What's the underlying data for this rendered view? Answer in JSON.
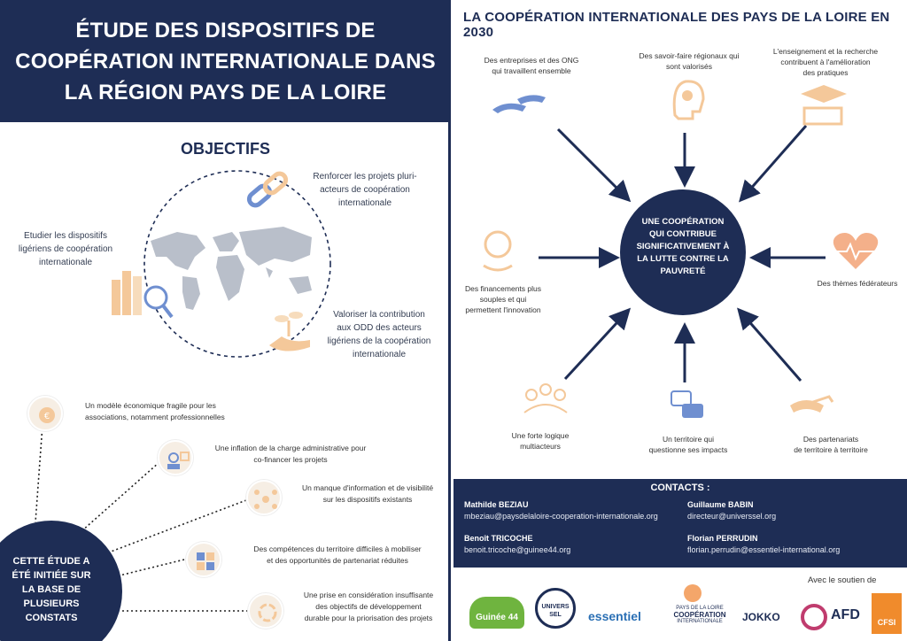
{
  "left": {
    "title_lines": [
      "ÉTUDE DES DISPOSITIFS DE",
      "COOPÉRATION INTERNATIONALE DANS",
      "LA RÉGION PAYS DE LA LOIRE"
    ],
    "objectifs_title": "OBJECTIFS",
    "objectifs": {
      "renforcer": [
        "Renforcer les projets pluri-",
        "acteurs de coopération",
        "internationale"
      ],
      "etudier": [
        "Etudier les dispositifs",
        "ligériens de coopération",
        "internationale"
      ],
      "valoriser": [
        "Valoriser la contribution",
        "aux ODD des acteurs",
        "ligériens de la coopération",
        "internationale"
      ]
    },
    "constats": [
      [
        "Un modèle économique fragile pour les",
        "associations, notamment professionnelles"
      ],
      [
        "Une inflation de la charge administrative pour",
        "co-financer les projets"
      ],
      [
        "Un manque d'information et de visibilité",
        "sur les dispositifs existants"
      ],
      [
        "Des compétences du territoire difficiles à mobiliser",
        "et des opportunités de partenariat réduites"
      ],
      [
        "Une prise en considération insuffisante",
        "des objectifs de développement",
        "durable pour la priorisation des projets"
      ]
    ],
    "constats_circle": [
      "CETTE ÉTUDE A",
      "ÉTÉ INITIÉE SUR",
      "LA BASE DE",
      "PLUSIEURS",
      "CONSTATS"
    ]
  },
  "right": {
    "title": "LA COOPÉRATION INTERNATIONALE DES PAYS DE LA LOIRE EN 2030",
    "center": [
      "UNE COOPÉRATION",
      "QUI CONTRIBUE",
      "SIGNIFICATIVEMENT À",
      "LA LUTTE CONTRE LA",
      "PAUVRETÉ"
    ],
    "labels": {
      "entreprises": [
        "Des entreprises et des ONG",
        "qui travaillent ensemble"
      ],
      "savoirfaire": [
        "Des savoir-faire régionaux qui",
        "sont valorisés"
      ],
      "enseignement": [
        "L'enseignement et la recherche",
        "contribuent à l'amélioration",
        "des pratiques"
      ],
      "financements": [
        "Des financements plus",
        "souples et qui",
        "permettent l'innovation"
      ],
      "themes": [
        "Des thèmes fédérateurs"
      ],
      "multiacteurs": [
        "Une forte logique",
        "multiacteurs"
      ],
      "territoire": [
        "Un territoire qui",
        "questionne ses impacts"
      ],
      "partenariats": [
        "Des partenariats",
        "de territoire à territoire"
      ]
    },
    "contacts_title": "CONTACTS :",
    "contacts": [
      {
        "name": "Mathilde BEZIAU",
        "email": "mbeziau@paysdelaloire-cooperation-internationale.org"
      },
      {
        "name": "Guillaume BABIN",
        "email": "directeur@universsel.org"
      },
      {
        "name": "Benoît TRICOCHE",
        "email": "benoit.tricoche@guinee44.org"
      },
      {
        "name": "Florian PERRUDIN",
        "email": "florian.perrudin@essentiel-international.org"
      }
    ],
    "soutien": "Avec le soutien de",
    "logos": {
      "guinee": "Guinée 44",
      "universel": "UNIVERS SEL",
      "essentiel": "essentiel",
      "pdl": [
        "PAYS DE LA LOIRE",
        "COOPÉRATION",
        "INTERNATIONALE"
      ],
      "jokko": "JOKKO",
      "afd": "AFD",
      "cfsi": "CFSI"
    }
  },
  "colors": {
    "navy": "#1e2d55",
    "peach": "#f4c89a",
    "blue": "#6f8fd0"
  }
}
